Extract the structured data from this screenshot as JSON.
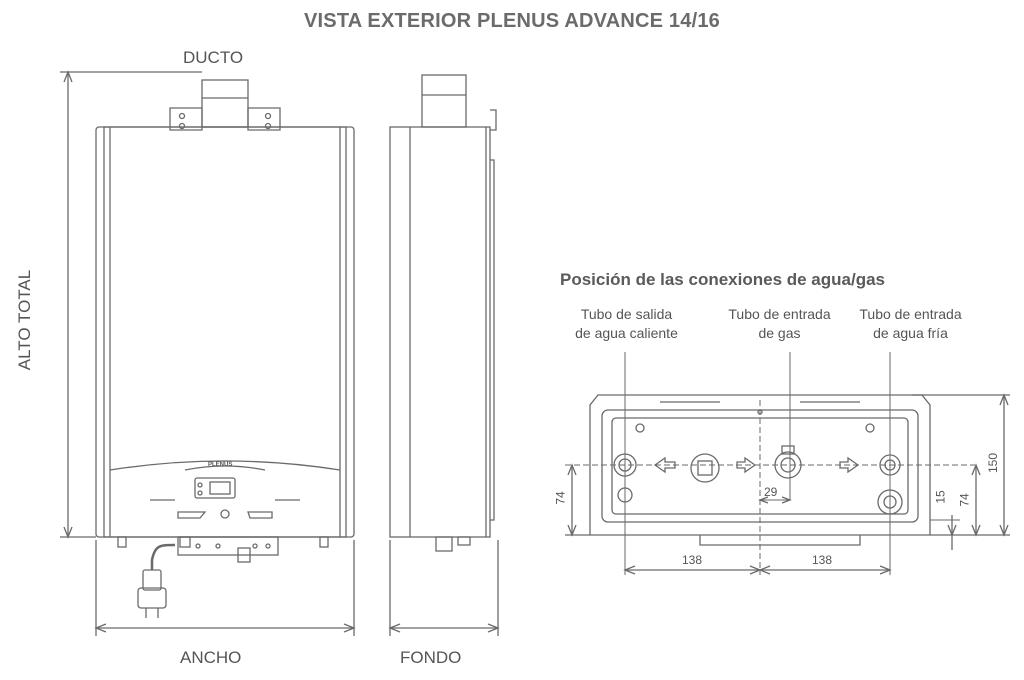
{
  "title": "VISTA EXTERIOR PLENUS ADVANCE 14/16",
  "front_view": {
    "ducto_label": "DUCTO",
    "alto_label": "ALTO TOTAL",
    "ancho_label": "ANCHO",
    "brand_mark": "PLENUS"
  },
  "side_view": {
    "fondo_label": "FONDO"
  },
  "connections": {
    "title": "Posición de las conexiones de agua/gas",
    "hot_water": [
      "Tubo de salida",
      "de agua caliente"
    ],
    "gas": [
      "Tubo de entrada",
      "de gas"
    ],
    "cold_water": [
      "Tubo de entrada",
      "de agua fría"
    ],
    "dims": {
      "left_height": "74",
      "spacing_1": "138",
      "spacing_2": "138",
      "gas_offset": "29",
      "small_offset": "15",
      "right_height": "74",
      "total_height": "150"
    }
  },
  "colors": {
    "line": "#6a6a6a",
    "text": "#555555"
  }
}
